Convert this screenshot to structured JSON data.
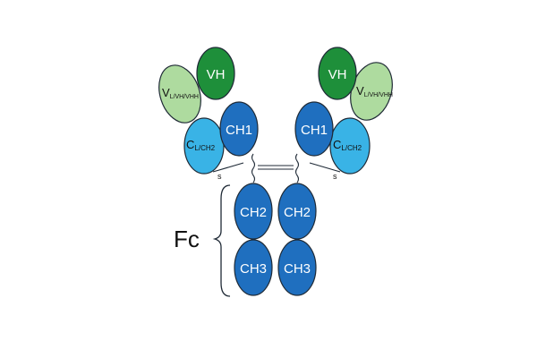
{
  "labels": {
    "vh": "VH",
    "vl_main": "V",
    "vl_sub": "L/VH/VHH",
    "cl_main": "C",
    "cl_sub": "L/CH2",
    "ch1": "CH1",
    "ch2": "CH2",
    "ch3": "CH3",
    "fc": "Fc",
    "sulfur": "s"
  },
  "colors": {
    "vh_fill": "#1e8f3a",
    "vl_fill": "#aedb9f",
    "heavy_fill": "#1f6fbf",
    "light_const_fill": "#39b3e6",
    "outline": "#1f2a36"
  }
}
